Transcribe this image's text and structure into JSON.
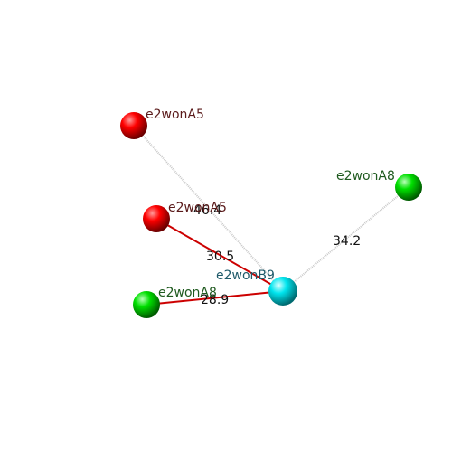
{
  "atoms": [
    {
      "id": "a_top_red",
      "label": "e2wonA5",
      "element": "O",
      "color": "#ff0000",
      "label_color": "#5a1a1a"
    },
    {
      "id": "a_mid_red",
      "label": "e2wonA5",
      "element": "O",
      "color": "#ff0000",
      "label_color": "#5a1a1a"
    },
    {
      "id": "a_right_grn",
      "label": "e2wonA8",
      "element": "N",
      "color": "#00ee00",
      "label_color": "#1f5a1f"
    },
    {
      "id": "a_left_grn",
      "label": "e2wonA8",
      "element": "N",
      "color": "#00ee00",
      "label_color": "#1f5a1f"
    },
    {
      "id": "a_center",
      "label": "e2wonB9",
      "element": "C",
      "color": "#00e5ee",
      "label_color": "#1f5a6a"
    }
  ],
  "distances": [
    {
      "from": "a_top_red",
      "to": "a_center",
      "value": "46.4",
      "style": "gray"
    },
    {
      "from": "a_mid_red",
      "to": "a_center",
      "value": "30.5",
      "style": "red"
    },
    {
      "from": "a_right_grn",
      "to": "a_center",
      "value": "34.2",
      "style": "gray"
    },
    {
      "from": "a_left_grn",
      "to": "a_center",
      "value": "28.9",
      "style": "red"
    }
  ],
  "colors": {
    "gray_line": "#c8c8c8",
    "red_line": "#cc0000"
  }
}
